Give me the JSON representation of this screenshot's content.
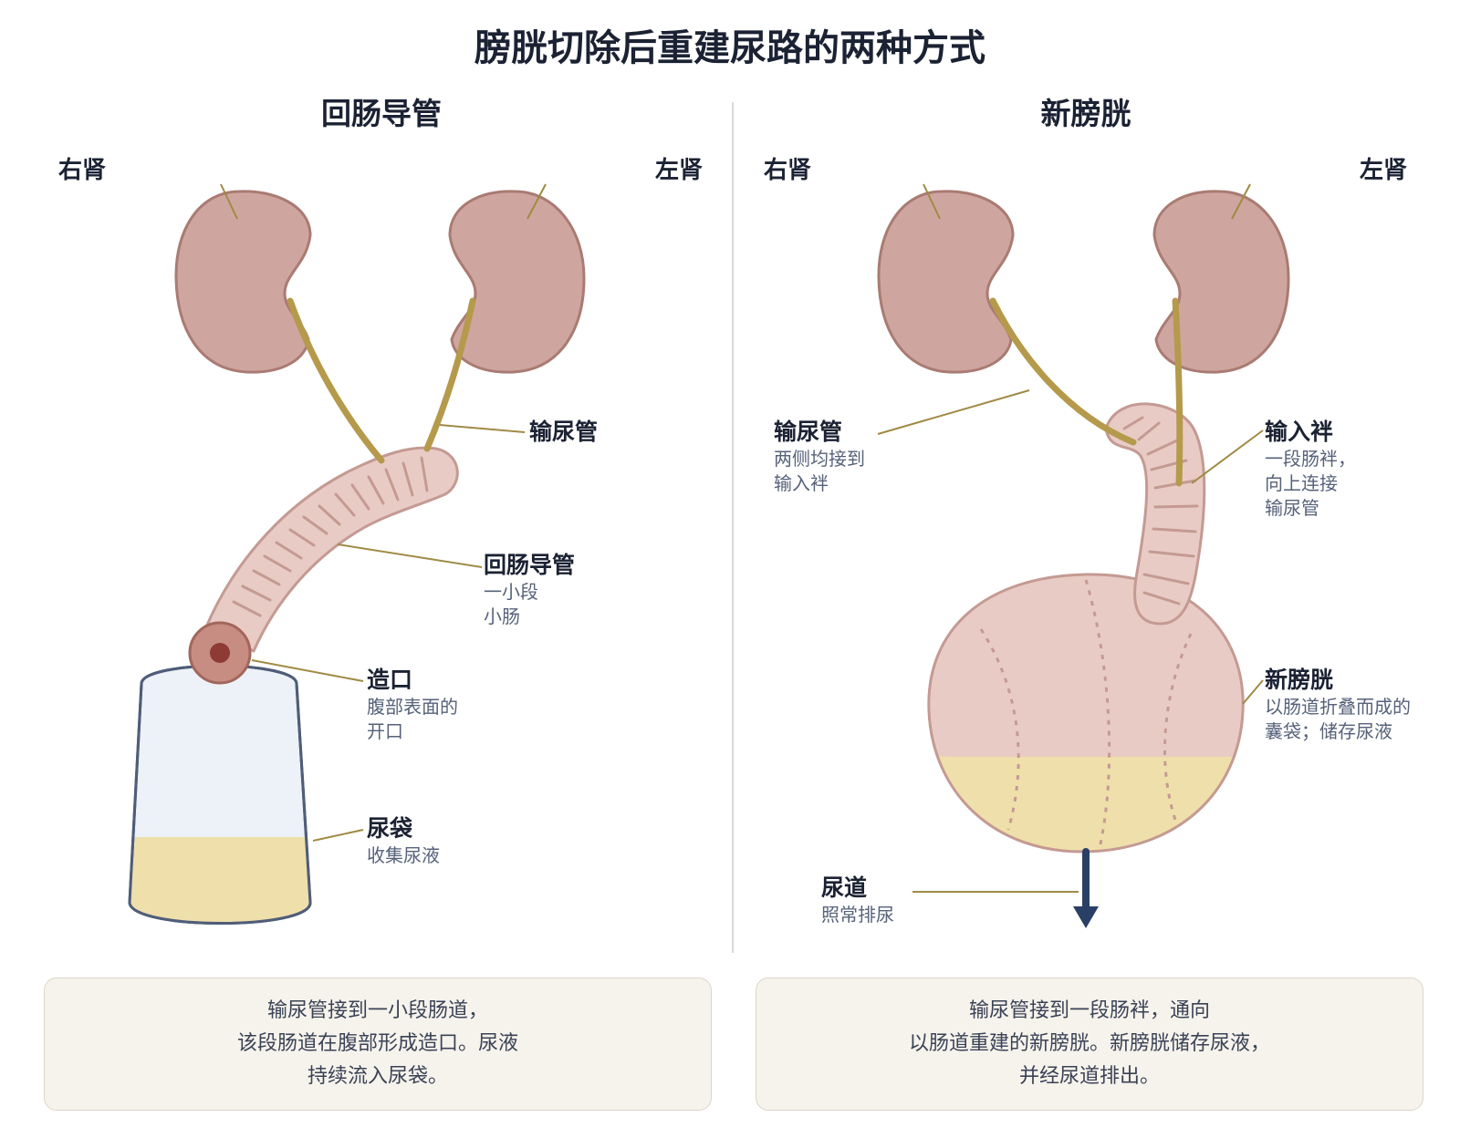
{
  "title": "膀胱切除后重建尿路的两种方式",
  "left_panel": {
    "title": "回肠导管",
    "right_kidney": "右肾",
    "left_kidney": "左肾",
    "ureter": {
      "label": "输尿管"
    },
    "conduit": {
      "label": "回肠导管",
      "sub": [
        "一小段",
        "小肠"
      ]
    },
    "stoma": {
      "label": "造口",
      "sub": [
        "腹部表面的",
        "开口"
      ]
    },
    "bag": {
      "label": "尿袋",
      "sub": [
        "收集尿液"
      ]
    },
    "caption": [
      "输尿管接到一小段肠道，",
      "该段肠道在腹部形成造口。尿液",
      "持续流入尿袋。"
    ]
  },
  "right_panel": {
    "title": "新膀胱",
    "right_kidney": "右肾",
    "left_kidney": "左肾",
    "ureter": {
      "label": "输尿管",
      "sub": [
        "两侧均接到",
        "输入袢"
      ]
    },
    "afferent": {
      "label": "输入袢",
      "sub": [
        "一段肠袢，",
        "向上连接",
        "输尿管"
      ]
    },
    "neobladder": {
      "label": "新膀胱",
      "sub": [
        "以肠道折叠而成的",
        "囊袋；储存尿液"
      ]
    },
    "urethra": {
      "label": "尿道",
      "sub": [
        "照常排尿"
      ]
    },
    "caption": [
      "输尿管接到一段肠袢，通向",
      "以肠道重建的新膀胱。新膀胱储存尿液，",
      "并经尿道排出。"
    ]
  },
  "colors": {
    "kidney": "#cfa69f",
    "kidney_stroke": "#a97b73",
    "ureter": "#b59a4c",
    "intestine": "#e9cbc5",
    "intestine_stroke": "#c49a93",
    "urine": "#efdfaa",
    "bag_top": "#edf2f8",
    "bag_stroke": "#4f5d78",
    "urethra": "#2a3f66",
    "leader": "#a08a45"
  }
}
